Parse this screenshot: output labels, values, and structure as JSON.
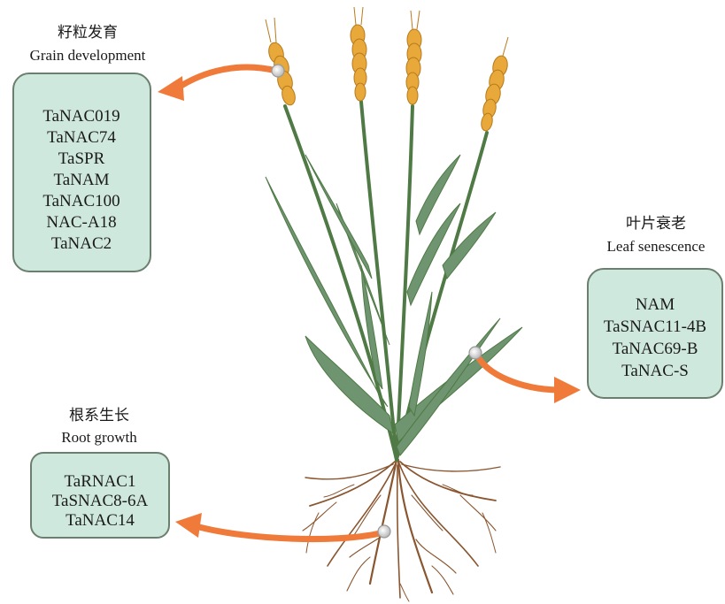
{
  "colors": {
    "box_fill": "#cfe8dd",
    "box_border": "#6b7f6e",
    "arrow": "#ef7a3a",
    "stem": "#4f7a45",
    "leaf": "#6f9470",
    "grain": "#e8a93a",
    "root": "#8a5630"
  },
  "grain": {
    "title_zh": "籽粒发育",
    "title_en": "Grain development",
    "genes": [
      "TaNAC019",
      "TaNAC74",
      "TaSPR",
      "TaNAM",
      "TaNAC100",
      "NAC-A18",
      "TaNAC2"
    ]
  },
  "leaf": {
    "title_zh": "叶片衰老",
    "title_en": "Leaf senescence",
    "genes": [
      "NAM",
      "TaSNAC11-4B",
      "TaNAC69-B",
      "TaNAC-S"
    ]
  },
  "root": {
    "title_zh": "根系生长",
    "title_en": "Root growth",
    "genes": [
      "TaRNAC1",
      "TaSNAC8-6A",
      "TaNAC14"
    ]
  }
}
